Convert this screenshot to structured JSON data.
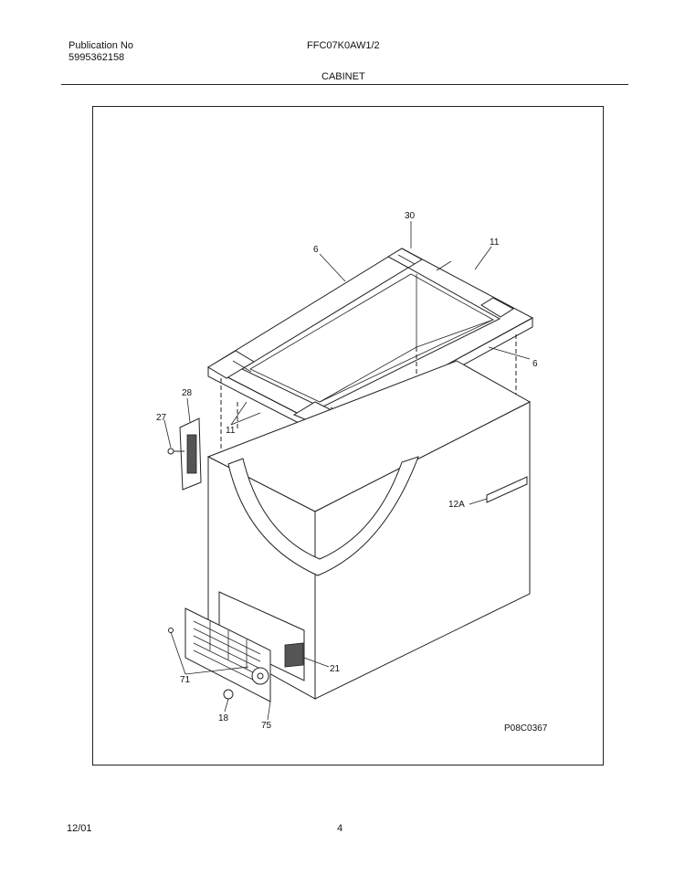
{
  "header": {
    "publication_label": "Publication No",
    "publication_number": "5995362158",
    "model": "FFC07K0AW1/2",
    "section": "CABINET"
  },
  "footer": {
    "date": "12/01",
    "page": "4"
  },
  "diagram": {
    "figure_code": "P08C0367",
    "callouts": [
      "30",
      "11",
      "6",
      "6",
      "11",
      "28",
      "27",
      "12A",
      "21",
      "71",
      "18",
      "75"
    ]
  }
}
